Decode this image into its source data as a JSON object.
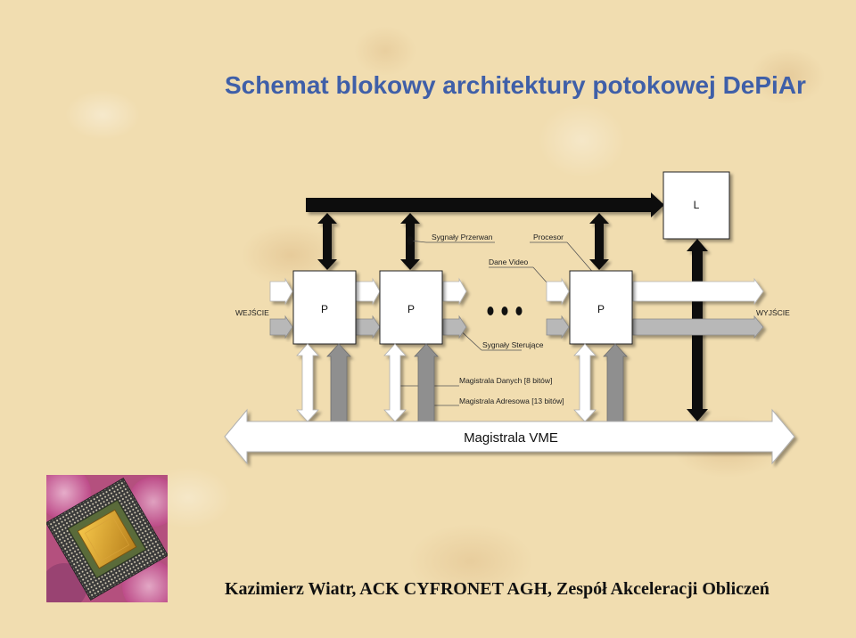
{
  "title": "Schemat blokowy architektury potokowej DePiAr",
  "diagram": {
    "block_l": "L",
    "block_p": "P",
    "input_label": "WEJŚCIE",
    "output_label": "WYJŚCIE",
    "interrupt_signals": "Sygnały Przerwan",
    "processor": "Procesor",
    "video_data": "Dane Video",
    "control_signals": "Sygnały Sterujące",
    "data_bus": "Magistrala Danych [8 bitów]",
    "address_bus": "Magistrala Adresowa [13 bitów]",
    "vme_bus": "Magistrala VME"
  },
  "footer": "Kazimierz Wiatr, ACK CYFRONET AGH, Zespół Akceleracji Obliczeń",
  "colors": {
    "title": "#3f5fa8",
    "background": "#f1ddb0",
    "black_bus": "#111111",
    "gray_bus": "#8f8f8f",
    "white_bus": "#ffffff"
  }
}
